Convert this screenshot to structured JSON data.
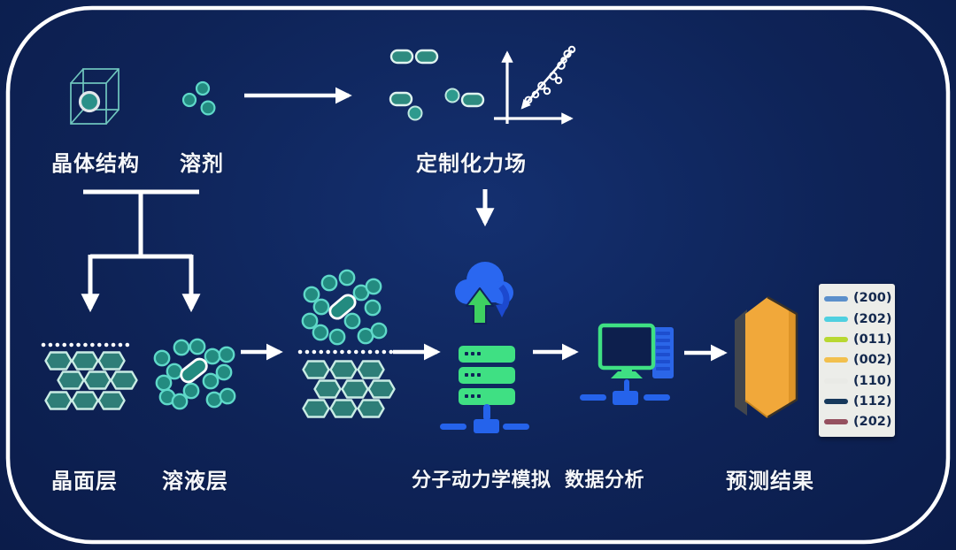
{
  "labels": {
    "crystal_structure": "晶体结构",
    "solvent": "溶剂",
    "custom_force_field": "定制化力场",
    "crystal_face_layer": "晶面层",
    "solution_layer": "溶液层",
    "md_simulation": "分子动力学模拟",
    "data_analysis": "数据分析",
    "prediction_result": "预测结果"
  },
  "legend": {
    "items": [
      {
        "label": "(200)",
        "color": "#5b8fcb"
      },
      {
        "label": "(202)",
        "color": "#4fd0e0"
      },
      {
        "label": "(011)",
        "color": "#b8d832"
      },
      {
        "label": "(002)",
        "color": "#f2c04e"
      },
      {
        "label": "(110)",
        "color": "#e9eae6"
      },
      {
        "label": "(112)",
        "color": "#17395c"
      },
      {
        "label": "(202)",
        "color": "#95505f"
      }
    ]
  },
  "icons": {
    "wireframe_cube": "crystal-structure-cube-icon",
    "solvent_dots": "solvent-molecules-icon",
    "molecule_capsules": "parameterized-molecules-icon",
    "scatter_plot": "scatter-fit-plot-icon",
    "cloud_upload": "cloud-upload-icon",
    "hexagon_lattice": "crystal-face-lattice-icon",
    "solution_cluster": "solution-cluster-icon",
    "server_rack": "md-server-icon",
    "workstation": "analysis-computer-icon",
    "crystal_habit": "predicted-crystal-icon"
  },
  "colors": {
    "background": "#0e2357",
    "border": "#ffffff",
    "teal_fill": "#238b80",
    "teal_stroke": "#5fd8c9",
    "hex_fill": "#2e7e78",
    "hex_stroke": "#c9ece4",
    "server_green": "#3fe083",
    "network_blue": "#2563eb",
    "cloud_blue": "#2a67f0",
    "upload_green": "#3ed061",
    "crystal_orange": "#f1a83a",
    "legend_bg": "#ecede9",
    "legend_text": "#14294e"
  }
}
